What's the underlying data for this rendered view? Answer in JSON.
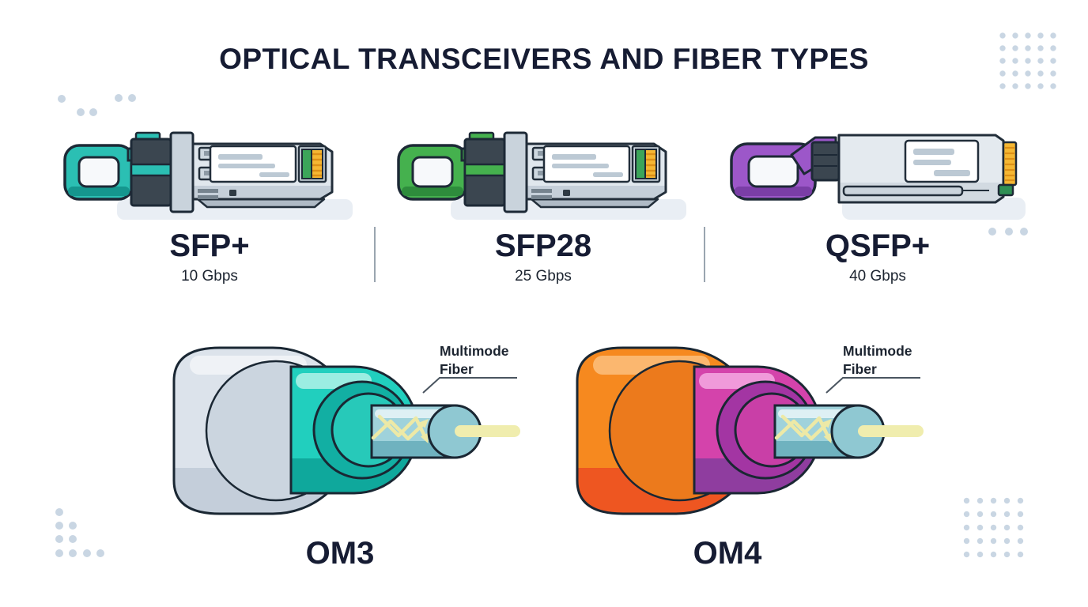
{
  "title": "OPTICAL TRANSCEIVERS AND FIBER TYPES",
  "transceivers": [
    {
      "name": "SFP+",
      "speed": "10 Gbps",
      "accent": "#2BBFB3",
      "accent_dark": "#15968E"
    },
    {
      "name": "SFP28",
      "speed": "25 Gbps",
      "accent": "#45B14E",
      "accent_dark": "#2E8C3C"
    },
    {
      "name": "QSFP+",
      "speed": "40 Gbps",
      "accent": "#9C57C9",
      "accent_dark": "#7A3EA6"
    }
  ],
  "fibers": [
    {
      "name": "OM3",
      "callout": "Multimode Fiber",
      "jacket_color": "#DCE3EB",
      "buffer_color": "#21CFBE",
      "core_color": "#9FD2DB"
    },
    {
      "name": "OM4",
      "callout": "Multimode Fiber",
      "jacket_color": "#F6891F",
      "buffer_color": "#D443AB",
      "core_color": "#9FD2DB"
    }
  ],
  "colors": {
    "heading_text": "#161C33",
    "body_text": "#1C2430",
    "divider": "#9AA5B0",
    "dots": "#C9D6E3",
    "outline": "#1D2936",
    "gold_connector": "#F5B733",
    "green_pad": "#3CA55A",
    "light_beam": "#F0EDAE"
  }
}
